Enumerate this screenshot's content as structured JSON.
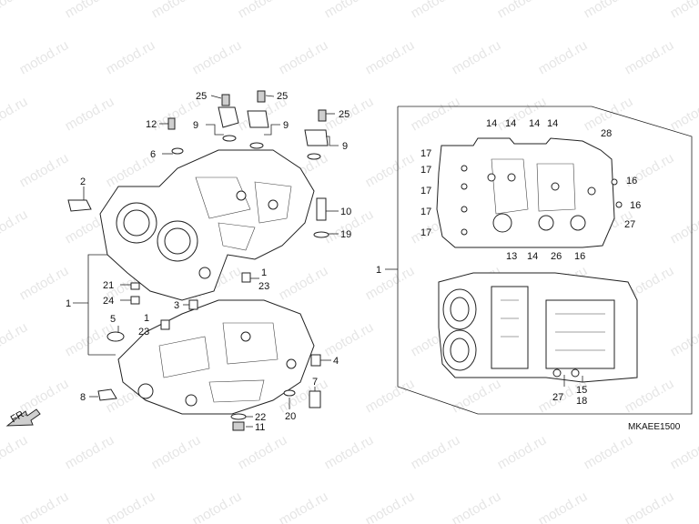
{
  "watermark": "motod.ru",
  "diagram_code": "MKAEE1500",
  "front_label": "FR.",
  "callouts": {
    "c25a": "25",
    "c25b": "25",
    "c25c": "25",
    "c12": "12",
    "c9a": "9",
    "c9b": "9",
    "c9c": "9",
    "c6": "6",
    "c2": "2",
    "c10": "10",
    "c19": "19",
    "c1a": "1",
    "c23a": "23",
    "c1b": "1",
    "c21": "21",
    "c24": "24",
    "c5": "5",
    "c3": "3",
    "c1c": "1",
    "c23b": "23",
    "c4": "4",
    "c8": "8",
    "c7": "7",
    "c20": "20",
    "c22": "22",
    "c11": "11",
    "r14a": "14",
    "r14b": "14",
    "r14c": "14",
    "r14d": "14",
    "r28": "28",
    "r17a": "17",
    "r17b": "17",
    "r17c": "17",
    "r17d": "17",
    "r17e": "17",
    "r16a": "16",
    "r16b": "16",
    "r27a": "27",
    "r13": "13",
    "r14e": "14",
    "r26": "26",
    "r16c": "16",
    "r1": "1",
    "r27b": "27",
    "r15": "15",
    "r18": "18"
  }
}
